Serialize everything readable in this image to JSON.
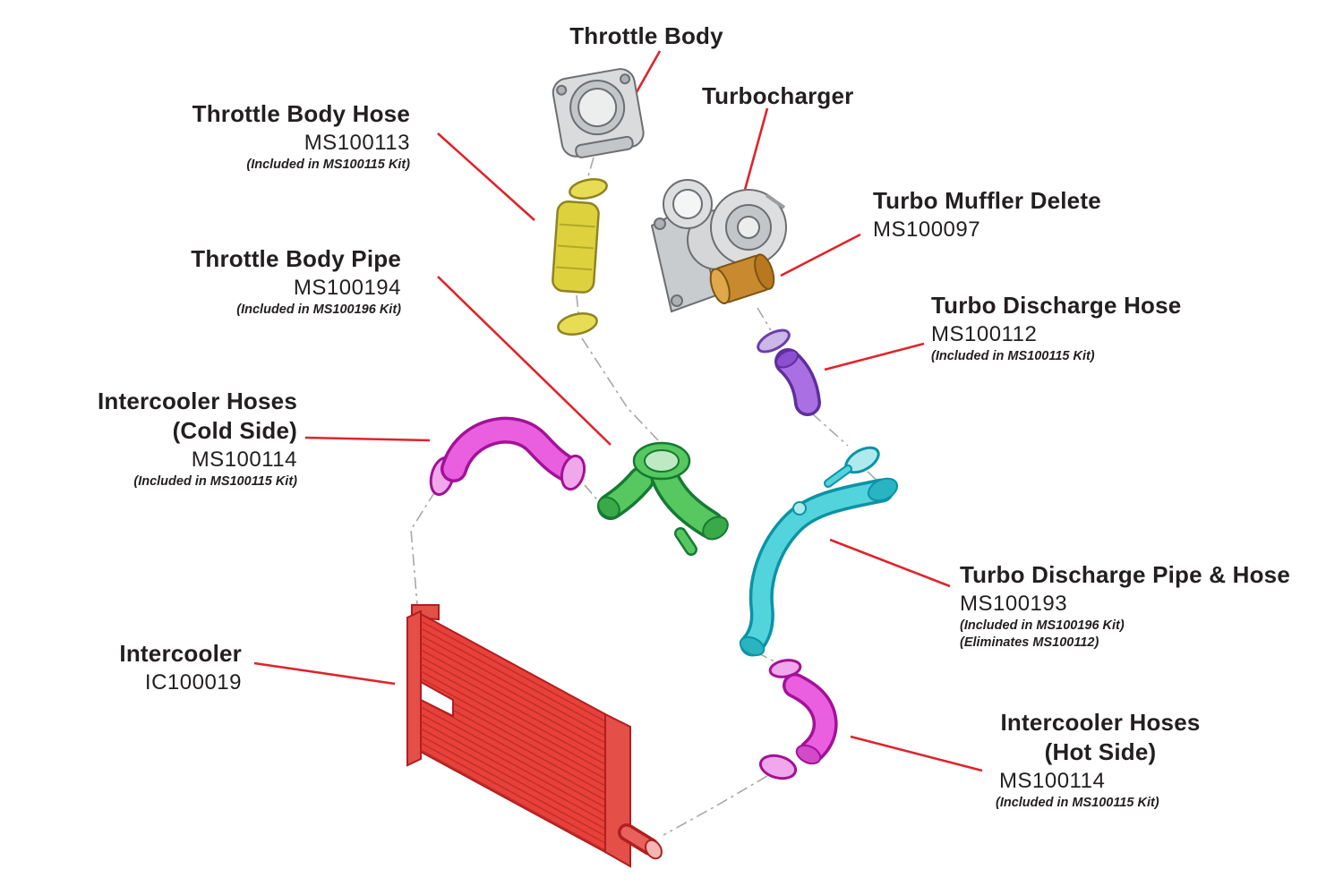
{
  "colors": {
    "background": "#ffffff",
    "text": "#231f20",
    "leader_line": "#e0232b",
    "assembly_line": "#a8a8a8",
    "throttle_body_hose_yellow": "#ddd23e",
    "throttle_body_pipe_green": "#57c85f",
    "turbo_discharge_hose_purple": "#a96fe3",
    "turbo_discharge_pipe_cyan": "#53d3dc",
    "intercooler_hoses_magenta": "#ea5fe0",
    "intercooler_red": "#e8403a",
    "turbo_muffler_delete_orange": "#c9892f",
    "stock_parts_gray": "#d4d6d8"
  },
  "labels": {
    "throttle_body": {
      "title": "Throttle Body"
    },
    "throttle_body_hose": {
      "title": "Throttle Body Hose",
      "part_number": "MS100113",
      "note": "(Included in MS100115 Kit)"
    },
    "turbocharger": {
      "title": "Turbocharger"
    },
    "turbo_muffler_delete": {
      "title": "Turbo Muffler Delete",
      "part_number": "MS100097"
    },
    "throttle_body_pipe": {
      "title": "Throttle Body Pipe",
      "part_number": "MS100194",
      "note": "(Included in MS100196 Kit)"
    },
    "turbo_discharge_hose": {
      "title": "Turbo Discharge Hose",
      "part_number": "MS100112",
      "note": "(Included in MS100115 Kit)"
    },
    "intercooler_hoses_cold": {
      "title_line1": "Intercooler Hoses",
      "title_line2": "(Cold Side)",
      "part_number": "MS100114",
      "note": "(Included in MS100115 Kit)"
    },
    "turbo_discharge_pipe_hose": {
      "title": "Turbo Discharge Pipe & Hose",
      "part_number": "MS100193",
      "note1": "(Included in MS100196 Kit)",
      "note2": "(Eliminates MS100112)"
    },
    "intercooler": {
      "title": "Intercooler",
      "part_number": "IC100019"
    },
    "intercooler_hoses_hot": {
      "title_line1": "Intercooler Hoses",
      "title_line2": "(Hot Side)",
      "part_number": "MS100114",
      "note": "(Included in MS100115 Kit)"
    }
  }
}
